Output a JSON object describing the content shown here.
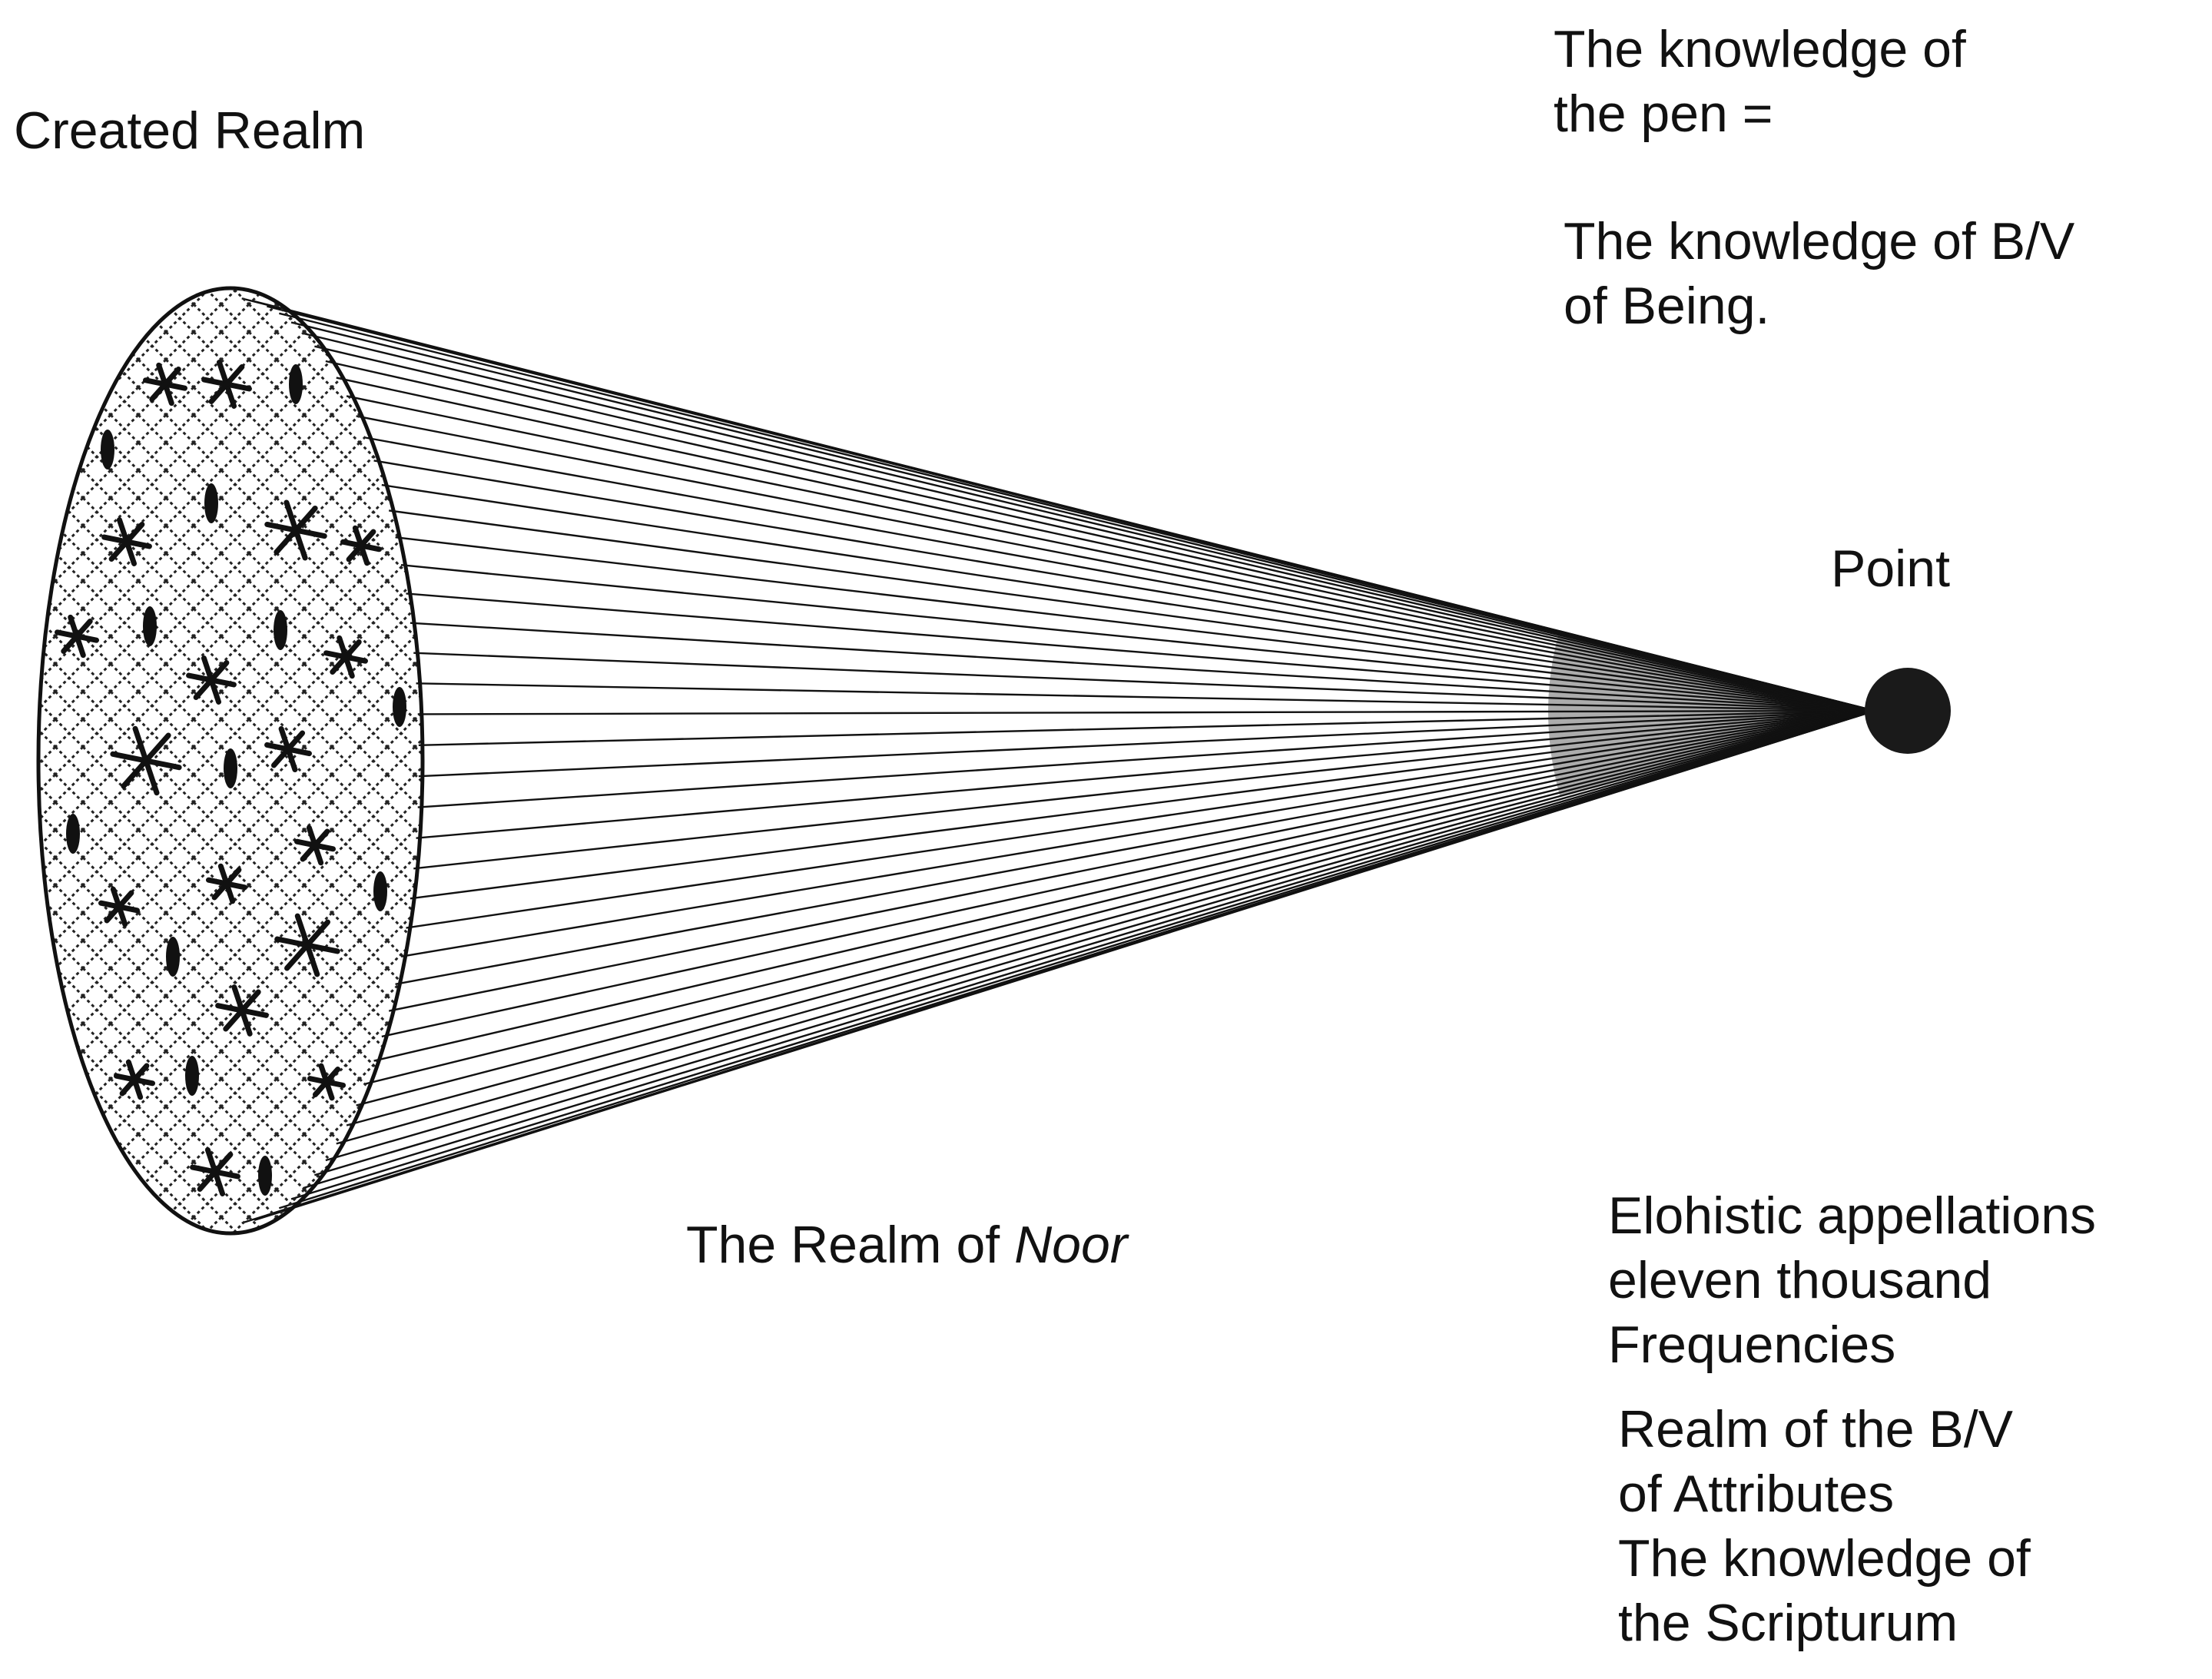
{
  "labels": {
    "created_realm": "Created Realm",
    "pen_knowledge": {
      "line1": "The knowledge of",
      "line2": "the pen ="
    },
    "bv_being": {
      "line1": "The knowledge of B/V",
      "line2": "of Being."
    },
    "point": "Point",
    "realm_of_noor": {
      "prefix": "The Realm of ",
      "emphasis": "Noor"
    },
    "elohistic": {
      "line1": "Elohistic appellations",
      "line2": "eleven thousand",
      "line3": "Frequencies"
    },
    "attributes": {
      "line1": "Realm of the B/V",
      "line2": "of Attributes",
      "line3": "The knowledge of",
      "line4": "the Scripturum"
    }
  },
  "colors": {
    "ink": "#111111",
    "background": "#ffffff"
  },
  "icons": [
    "asterisk-icon",
    "seed-icon",
    "point-dot-icon"
  ]
}
